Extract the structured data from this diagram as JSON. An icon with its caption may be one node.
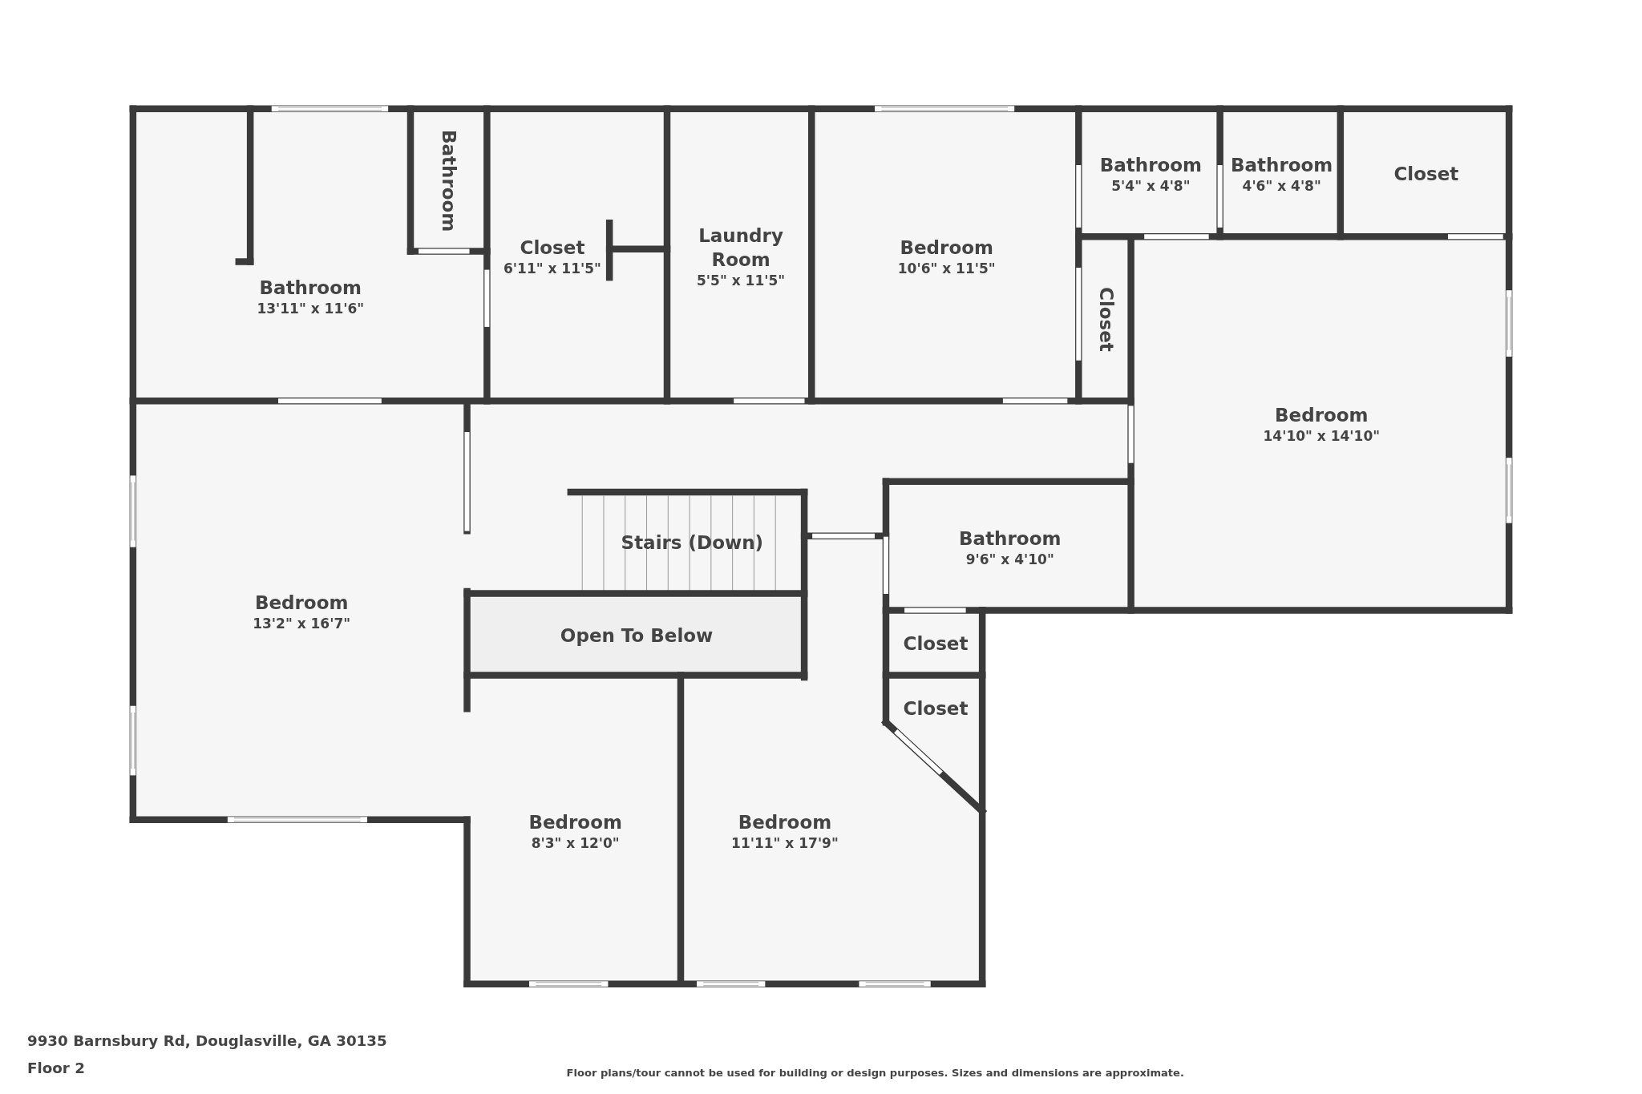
{
  "diagram": {
    "nodes": [
      {
        "text": [
          "Bathroom",
          "13'11\" x 11'6\""
        ]
      },
      {
        "text": [
          "Bathroom"
        ]
      },
      {
        "text": [
          "Closet",
          "6'11\" x 11'5\""
        ]
      },
      {
        "text": [
          "Laundry Room",
          "5'5\" x 11'5\""
        ]
      },
      {
        "text": [
          "Bedroom",
          "10'6\" x 11'5\""
        ]
      },
      {
        "text": [
          "Bathroom",
          "5'4\" x 4'8\""
        ]
      },
      {
        "text": [
          "Bathroom",
          "4'6\" x 4'8\""
        ]
      },
      {
        "text": [
          "Closet"
        ]
      },
      {
        "text": [
          "Closet"
        ]
      },
      {
        "text": [
          "Bedroom",
          "14'10\" x 14'10\""
        ]
      },
      {
        "text": [
          "Bedroom",
          "13'2\" x 16'7\""
        ]
      },
      {
        "text": [
          "Stairs (Down)"
        ]
      },
      {
        "text": [
          "Open To Below"
        ]
      },
      {
        "text": [
          "Bathroom",
          "9'6\" x 4'10\""
        ]
      },
      {
        "text": [
          "Closet"
        ]
      },
      {
        "text": [
          "Closet"
        ]
      },
      {
        "text": [
          "Bedroom",
          "8'3\" x 12'0\""
        ]
      },
      {
        "text": [
          "Bedroom",
          "11'11\" x 17'9\""
        ]
      }
    ],
    "edges": [],
    "labels": [
      "9930 Barnsbury Rd, Douglasville, GA 30135",
      "Floor 2",
      "Floor plans/tour cannot be used for building or design purposes. Sizes and dimensions are approximate."
    ]
  }
}
